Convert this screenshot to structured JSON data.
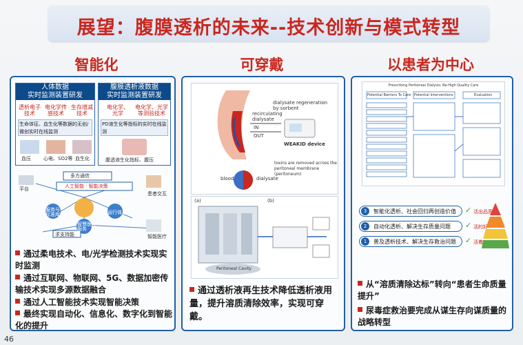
{
  "title": "展望：腹膜透析的未来--技术创新与模式转型",
  "page_number": "46",
  "columns": [
    {
      "heading": "智能化",
      "box1_title_line1": "人体数据",
      "box1_title_line2": "实时监测装置研发",
      "box1_tags": [
        "透析电子\n技术",
        "电化学传\n感技术",
        "生存增减\n技术"
      ],
      "box1_line": "生命体征、血生化等数据的无创/微创实时在线监测",
      "box1_icons": [
        "血压",
        "心电、SO2等",
        "血生化"
      ],
      "box2_title_line1": "腹膜透析液数据",
      "box2_title_line2": "实时监测装置研发",
      "box2_tags": [
        "电化学、\n光学",
        "电化学、光学\n等测验技术"
      ],
      "box2_line": "PD液生化等指标的实时在线监测",
      "box2_caption": "腹透液生化指标、腹压",
      "diagram_labels": [
        "多方通信",
        "人工智能 · 智能决策",
        "平台",
        "服务与\n标准库",
        "运行体系",
        "智慧医疗\n服务",
        "求支持能",
        "患者交互",
        "智能医疗"
      ],
      "bullets": [
        "通过柔电技术、电/光学检测技术实现实时监测",
        "通过互联网、物联网、5G、数据加密传输技术实现多源数据融合",
        "通过人工智能技术实现智能决策",
        "最终实现自动化、信息化、数字化到智能化的提升"
      ]
    },
    {
      "heading": "可穿戴",
      "figure_labels": {
        "regen": "dialysate regeneration\nby sorbent",
        "recirc": "recirculating\ndialysate",
        "in": "IN",
        "out": "OUT",
        "device": "WEAKID device",
        "blood": "blood",
        "dialysate": "dialysate",
        "toxins": "toxins are removed across the\nperitoneal membrane\n(peritoneum)",
        "panel_a": "(a)",
        "panel_b": "(b)",
        "cavity": "Peritoneal Cavity"
      },
      "bullets": [
        "通过透析液再生技术降低透析液用量，提升溶质清除效率，实现可穿戴。"
      ]
    },
    {
      "heading": "以患者为中心",
      "flow_title": "Prescribing Peritoneal Dialysis: Re-High Quality Care",
      "flow_labels": [
        "Potential Barriers To Care",
        "Potential Interventions",
        "Evaluation"
      ],
      "pyramid_items": [
        {
          "num": "3",
          "text": "智能化透析、社会回归再创造价值",
          "tag": "活出品质"
        },
        {
          "num": "2",
          "text": "自动化透析、解决生存质量问题",
          "tag": "活的好"
        },
        {
          "num": "1",
          "text": "普及透析技术、解决生存救治问题",
          "tag": "活着"
        }
      ],
      "bullets": [
        "从“溶质清除达标”转向“患者生命质量提升”",
        "尿毒症救治要完成从谋生存向谋质量的战略转型"
      ]
    }
  ],
  "colors": {
    "accent_red": "#c9271f",
    "frame_blue": "#1f5fa8",
    "dark_blue": "#0d4a8a"
  }
}
